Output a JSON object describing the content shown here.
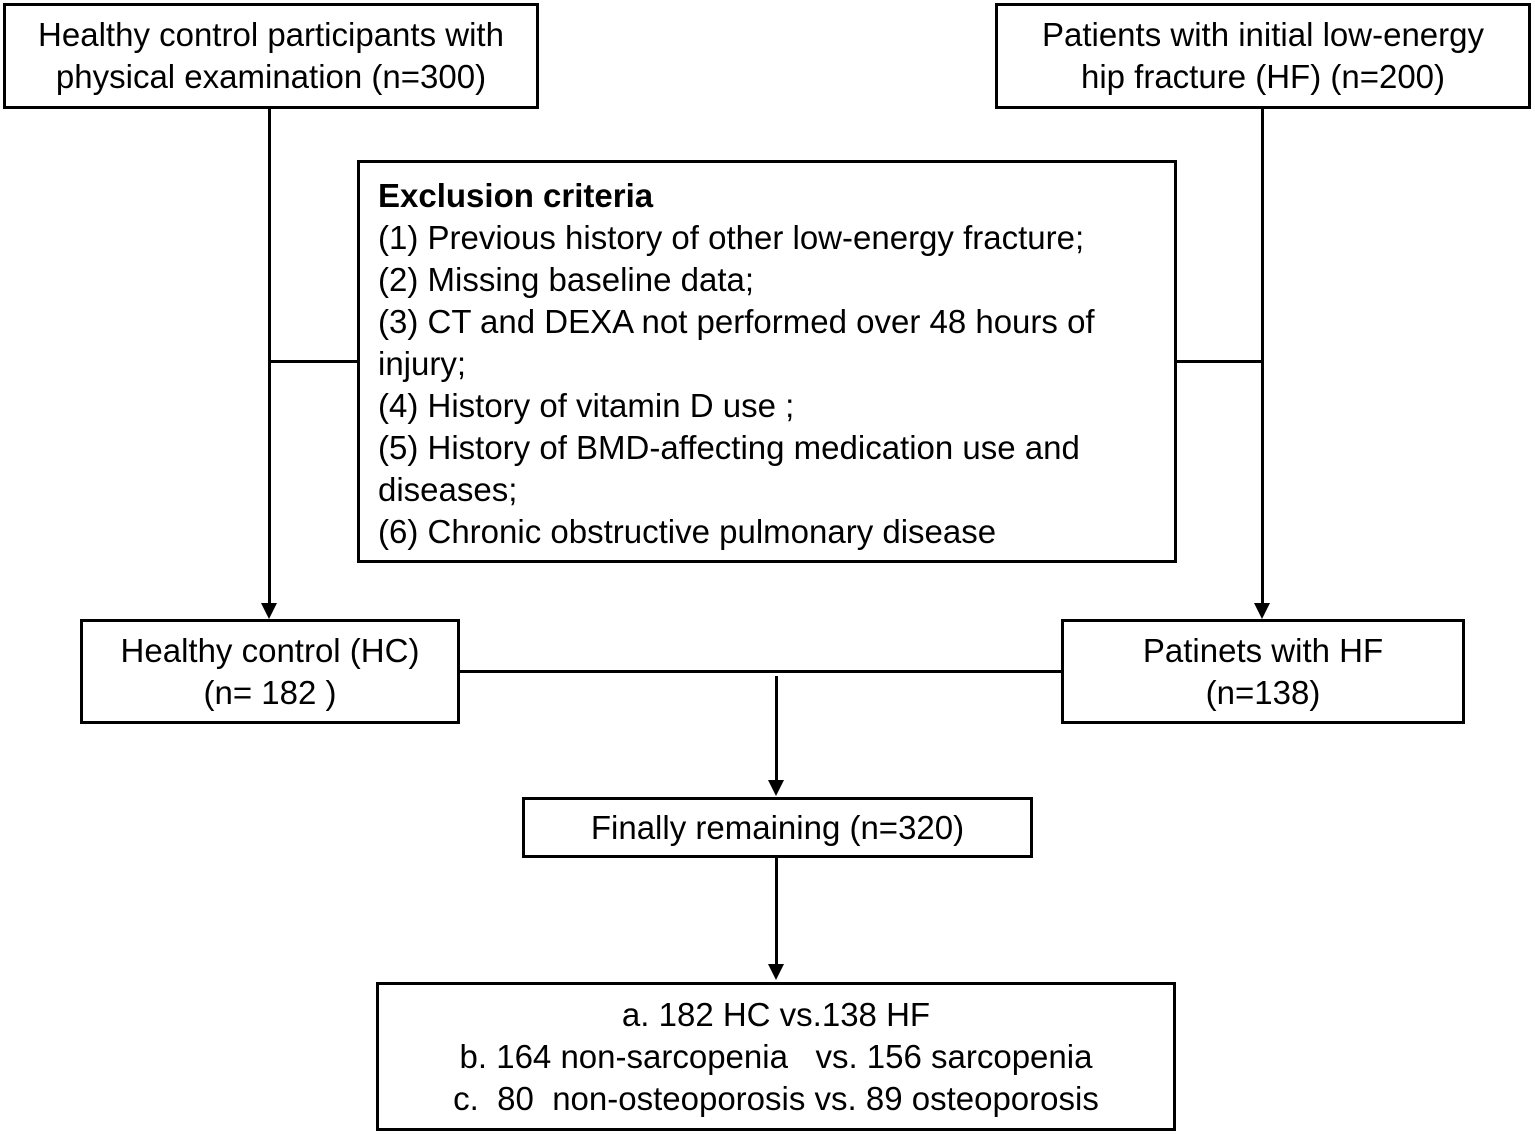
{
  "top_left": {
    "line1": "Healthy control participants with",
    "line2": "physical examination (n=300)"
  },
  "top_right": {
    "line1": "Patients with initial low-energy",
    "line2": "hip fracture (HF) (n=200)"
  },
  "exclusion": {
    "title": "Exclusion criteria",
    "items": [
      "(1) Previous history of other low-energy fracture;",
      "(2) Missing baseline data;",
      "(3) CT and DEXA not performed over 48 hours of",
      "injury;",
      "(4) History of vitamin D use ;",
      "(5) History of BMD-affecting medication use and",
      "diseases;",
      "(6) Chronic obstructive pulmonary disease"
    ]
  },
  "hc": {
    "line1": "Healthy control (HC)",
    "line2": "(n= 182 )"
  },
  "hf": {
    "line1": "Patinets with HF",
    "line2": "(n=138)"
  },
  "final": {
    "label": "Finally remaining (n=320)"
  },
  "comparisons": {
    "a": "a. 182 HC vs.138 HF",
    "b": "b. 164 non-sarcopenia   vs. 156 sarcopenia",
    "c": "c.  80  non-osteoporosis vs. 89 osteoporosis"
  }
}
